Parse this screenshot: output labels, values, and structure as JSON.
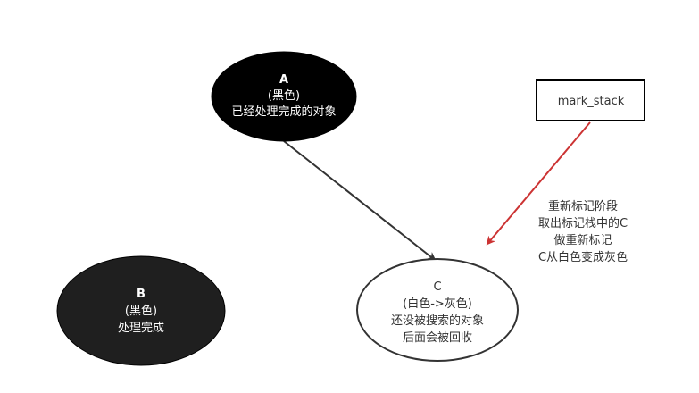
{
  "nodes": {
    "a": {
      "lines": [
        "A",
        "(黑色)",
        "已经处理完成的对象"
      ],
      "fill": "#000000",
      "text_color": "#ffffff"
    },
    "b": {
      "lines": [
        "B",
        "(黑色)",
        "处理完成"
      ],
      "fill": "#1f1f1f",
      "text_color": "#ffffff"
    },
    "c": {
      "lines": [
        "C",
        "(白色->灰色)",
        "还没被搜索的对象",
        "后面会被回收"
      ],
      "fill": "#ffffff",
      "text_color": "#333333"
    },
    "mark_stack": {
      "label": "mark_stack"
    }
  },
  "annotation": {
    "lines": [
      "重新标记阶段",
      "取出标记栈中的C",
      "做重新标记",
      "C从白色变成灰色"
    ]
  },
  "colors": {
    "edge": "#333333",
    "remark_arrow": "#cc3333"
  }
}
